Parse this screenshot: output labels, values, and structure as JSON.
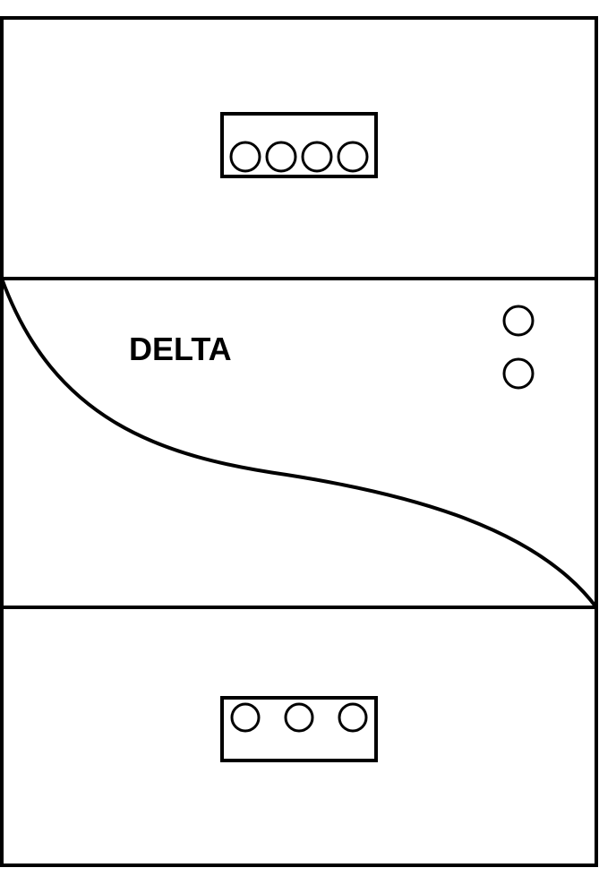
{
  "device": {
    "brand_label": "DELTA",
    "top_terminal_block": {
      "terminal_count": 4
    },
    "bottom_terminal_block": {
      "terminal_count": 3
    },
    "indicators": {
      "count": 2
    }
  },
  "colors": {
    "stroke": "#000000",
    "background": "#ffffff"
  }
}
